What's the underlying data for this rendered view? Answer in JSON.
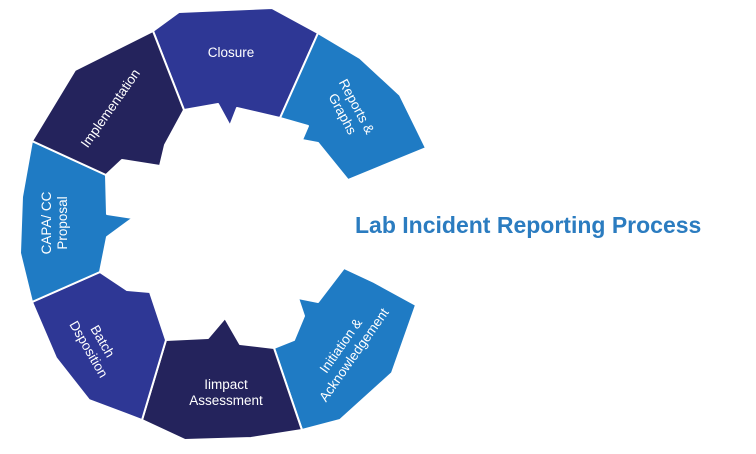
{
  "title": "Lab Incident Reporting Process",
  "colors": {
    "dark_navy": "#24235c",
    "indigo": "#2e3795",
    "bright_blue": "#1f7bc4",
    "title_blue": "#2b7cc0"
  },
  "segments": [
    {
      "id": "closure",
      "lines": [
        "Closure"
      ],
      "color": "#2e3795"
    },
    {
      "id": "reports",
      "lines": [
        "Reports &",
        "Graphs"
      ],
      "color": "#1f7bc4"
    },
    {
      "id": "initiation",
      "lines": [
        "Initiation &",
        "Acknowledgement"
      ],
      "color": "#1f7bc4"
    },
    {
      "id": "impact",
      "lines": [
        "Iimpact",
        "Assessment"
      ],
      "color": "#24235c"
    },
    {
      "id": "batch",
      "lines": [
        "Batch",
        "Dsposition"
      ],
      "color": "#2e3795"
    },
    {
      "id": "capa",
      "lines": [
        "CAPA/ CC",
        "Proposal"
      ],
      "color": "#1f7bc4"
    },
    {
      "id": "implementation",
      "lines": [
        "Implementation"
      ],
      "color": "#24235c"
    }
  ]
}
